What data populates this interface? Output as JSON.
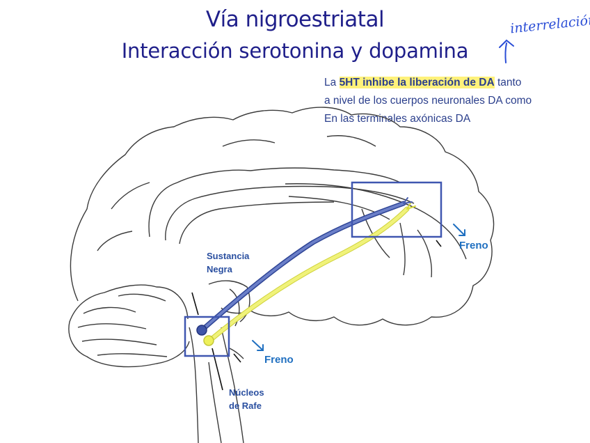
{
  "title": "Vía nigroestriatal",
  "subtitle": "Interacción serotonina y dopamina",
  "handwritten_note": "interrelación",
  "note": {
    "line1_pre": "La ",
    "line1_highlight": "5HT inhibe la liberación de DA",
    "line1_post": " tanto",
    "line2": "a nivel de los cuerpos neuronales DA como",
    "line3": "En las terminales axónicas DA"
  },
  "labels": {
    "substantia_line1": "Sustancia",
    "substantia_line2": "Negra",
    "raphe_line1": "Núcleos",
    "raphe_line2": "de Rafe",
    "brake_striatum": "Freno",
    "brake_brainstem": "Freno"
  },
  "colors": {
    "title": "#1f1f8a",
    "serotonin_pathway": "#4a5fae",
    "dopamine_pathway": "#e6e85a",
    "box": "#3f56b0",
    "highlight": "#fff27a"
  }
}
